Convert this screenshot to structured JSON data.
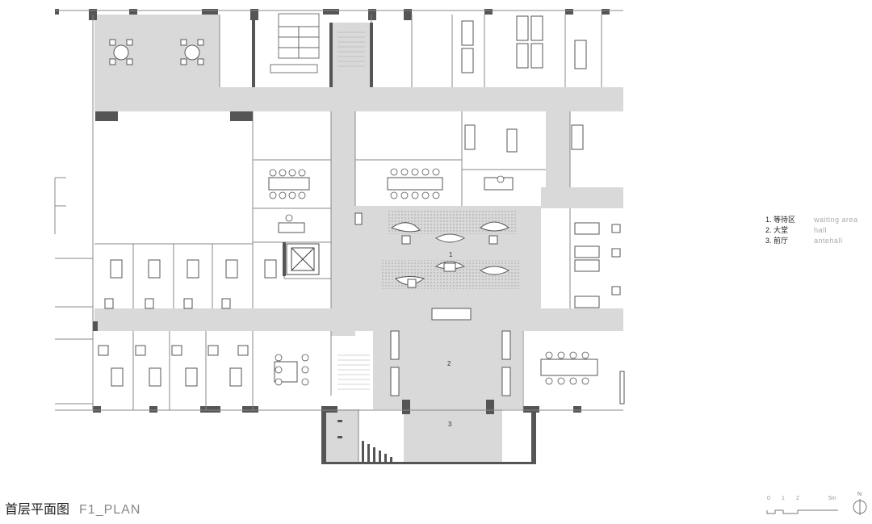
{
  "legend": {
    "items": [
      {
        "zh": "1. 等待区",
        "en": "waiting area"
      },
      {
        "zh": "2. 大堂",
        "en": "hall"
      },
      {
        "zh": "3. 前厅",
        "en": "antehall"
      }
    ]
  },
  "plan_title": {
    "zh": "首层平面图",
    "en": "F1_PLAN"
  },
  "room_numbers": [
    "1",
    "2",
    "3"
  ],
  "scale_bar": {
    "labels": [
      "0",
      "1",
      "2",
      "5m"
    ]
  },
  "north_label": "N",
  "colors": {
    "corridor": "#d9d9d9",
    "wall": "#555555",
    "line": "#888888",
    "dots": "#999999"
  }
}
